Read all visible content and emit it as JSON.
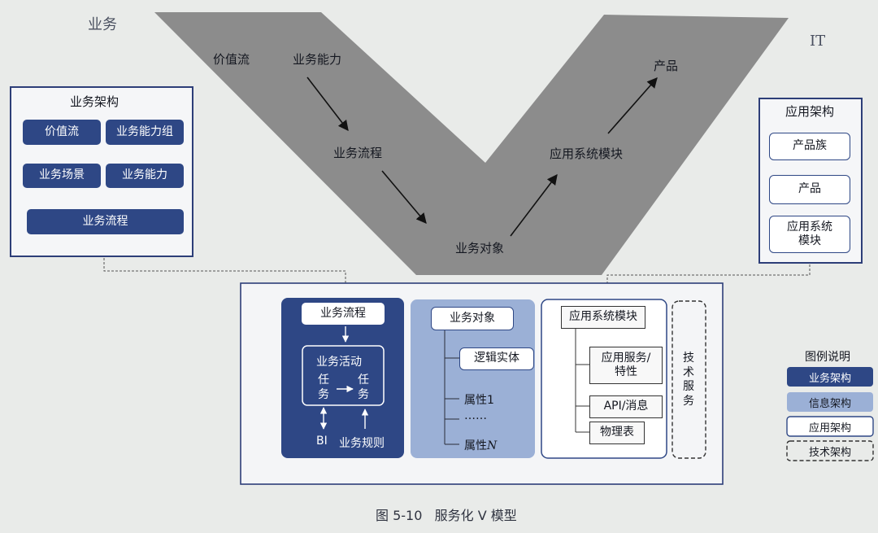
{
  "corners": {
    "left": "业务",
    "right": "IT"
  },
  "v_shape": {
    "value_stream": "价值流",
    "business_capability": "业务能力",
    "business_process": "业务流程",
    "business_object": "业务对象",
    "app_module": "应用系统模块",
    "product": "产品"
  },
  "biz_arch": {
    "title": "业务架构",
    "value_stream": "价值流",
    "capability_group": "业务能力组",
    "scenario": "业务场景",
    "capability": "业务能力",
    "process": "业务流程"
  },
  "app_arch": {
    "title": "应用架构",
    "product_family": "产品族",
    "product": "产品",
    "module": "应用系统\n模块"
  },
  "bottom": {
    "process": "业务流程",
    "activity": "业务活动",
    "task_a": "任\n务",
    "task_b": "任\n务",
    "bi": "BI",
    "rules": "业务规则",
    "object": "业务对象",
    "entity": "逻辑实体",
    "attr_first": "属性1",
    "attr_dots": "……",
    "attr_last_prefix": "属性",
    "attr_last_var": "N",
    "app_module": "应用系统模块",
    "app_service": "应用服务/\n特性",
    "api": "API/消息",
    "physical": "物理表",
    "tech_service": "技\n术\n服\n务"
  },
  "legend": {
    "title": "图例说明",
    "business": "业务架构",
    "information": "信息架构",
    "application": "应用架构",
    "technology": "技术架构"
  },
  "caption": "图 5-10   服务化 V 模型",
  "colors": {
    "dark_blue": "#2e4785",
    "medium_blue": "#9bb0d6",
    "v_gray": "#8c8c8c"
  }
}
